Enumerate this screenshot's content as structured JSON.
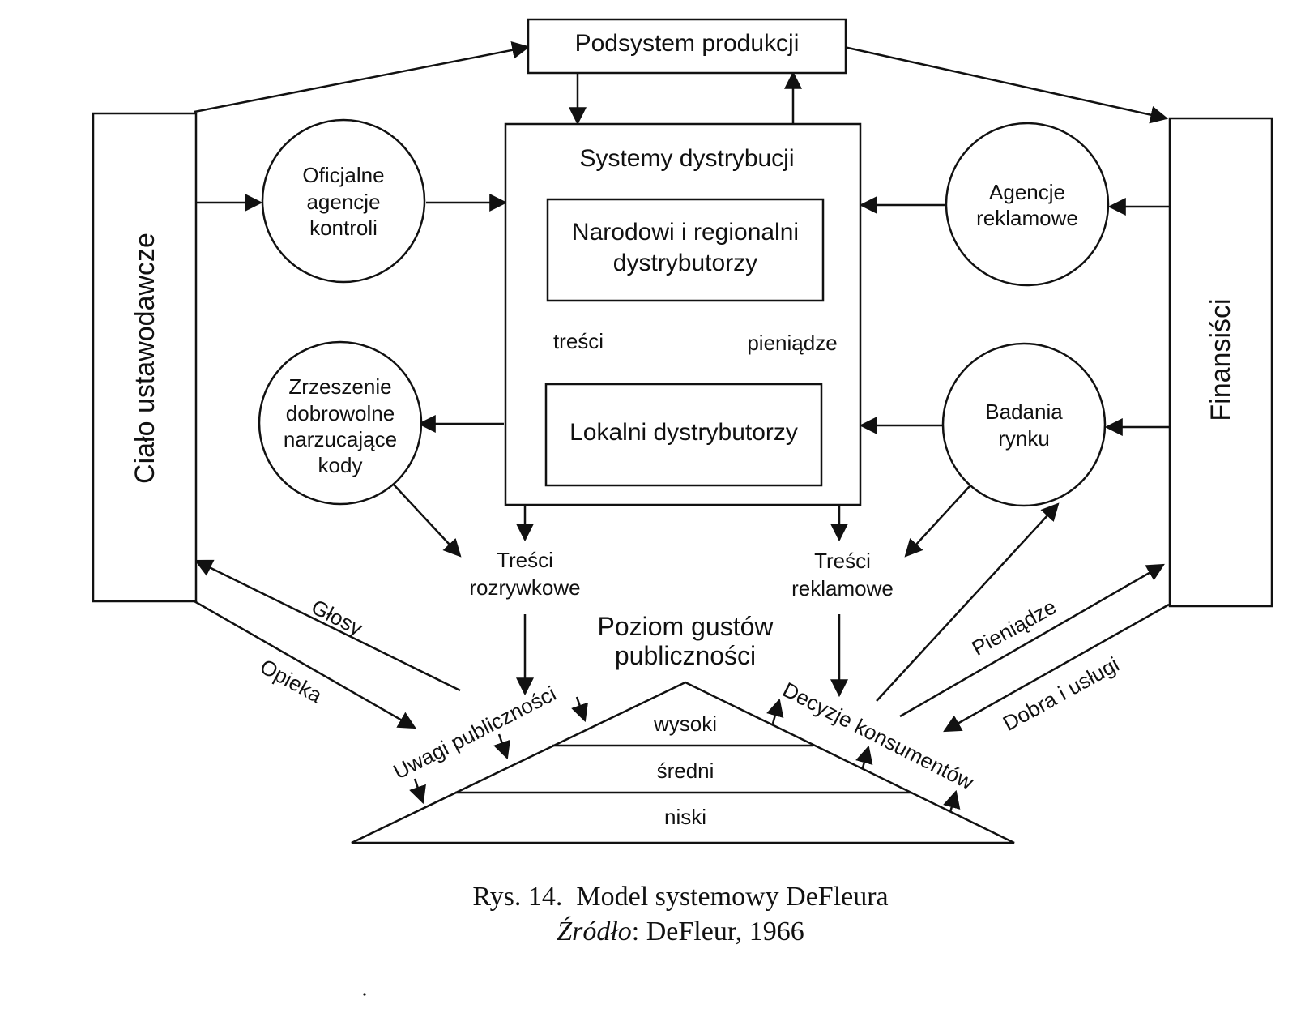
{
  "nodes": {
    "production": "Podsystem produkcji",
    "distribution": "Systemy dystrybucji",
    "national": [
      "Narodowi i regionalni",
      "dystrybutorzy"
    ],
    "local": "Lokalni dystrybutorzy",
    "legislative": "Ciało ustawodawcze",
    "financiers": "Finansiści",
    "control_agencies": [
      "Oficjalne",
      "agencje",
      "kontroli"
    ],
    "voluntary_codes": [
      "Zrzeszenie",
      "dobrowolne",
      "narzucające",
      "kody"
    ],
    "ad_agencies": [
      "Agencje",
      "reklamowe"
    ],
    "market_research": [
      "Badania",
      "rynku"
    ]
  },
  "labels": {
    "content": "treści",
    "money": "pieniądze",
    "entertainment": [
      "Treści",
      "rozrywkowe"
    ],
    "advertising": [
      "Treści",
      "reklamowe"
    ],
    "taste_level": [
      "Poziom gustów",
      "publiczności"
    ],
    "votes": "Głosy",
    "patronage": "Opieka",
    "public_attention": "Uwagi publiczności",
    "consumer_decisions": "Decyzje konsumentów",
    "money_flow": "Pieniądze",
    "goods_services": "Dobra i usługi"
  },
  "taste_levels": [
    "wysoki",
    "średni",
    "niski"
  ],
  "caption": {
    "title": "Rys. 14.  Model systemowy DeFleura",
    "source_label": "Źródło",
    "source_text": ": DeFleur, 1966"
  }
}
